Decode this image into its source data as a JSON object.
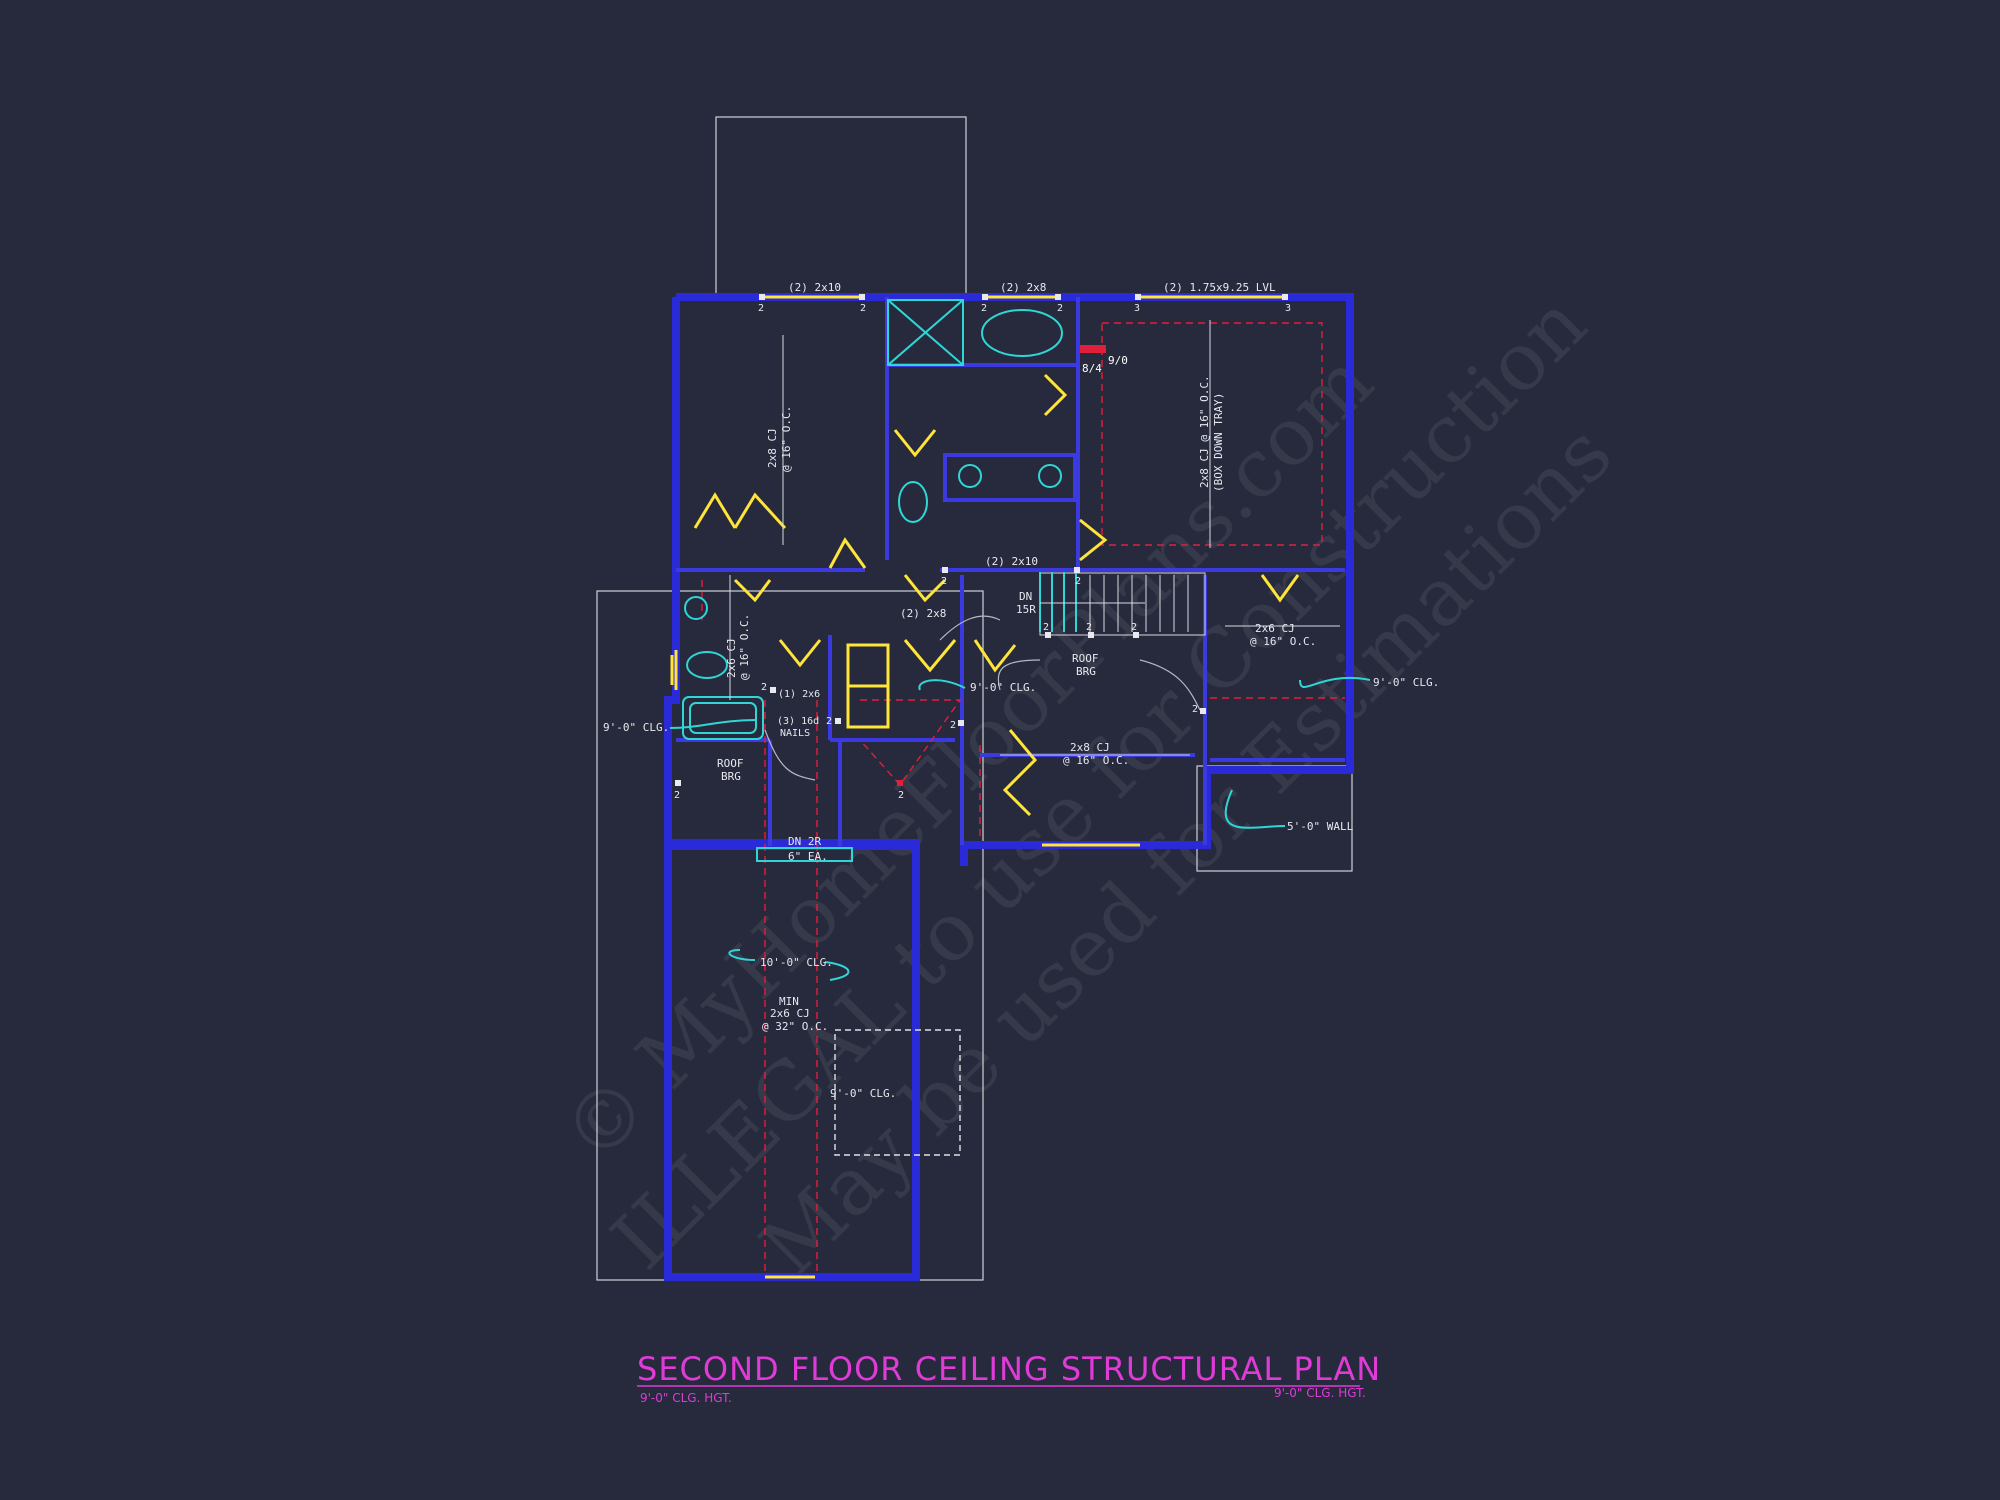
{
  "watermark": {
    "line1": "© MyHomeFloorPlans.com",
    "line2": "ILLEGAL to use for Construction",
    "line3": "May be used for Estimations"
  },
  "title": {
    "main": "SECOND FLOOR CEILING STRUCTURAL PLAN",
    "left_note": "9'-0\" CLG. HGT.",
    "right_note": "9'-0\" CLG. HGT."
  },
  "headers": {
    "h1": "(2) 2x10",
    "h2": "(2) 2x8",
    "h3": "(2) 1.75x9.25 LVL",
    "h4": "(2) 2x10",
    "h5": "(2) 2x8",
    "h6": "(1) 2x6",
    "h6b": "(3) 16d",
    "h6c": "NAILS"
  },
  "joists": {
    "j1a": "2x8 CJ",
    "j1b": "@ 16\" O.C.",
    "j2a": "2x8 CJ @ 16\" O.C.",
    "j2b": "(BOX DOWN TRAY)",
    "j3a": "2x6 CJ",
    "j3b": "@ 16\" O.C.",
    "j4a": "2x6 CJ",
    "j4b": "@ 16\" O.C.",
    "j5a": "2x8 CJ",
    "j5b": "@ 16\" O.C.",
    "j6a": "MIN",
    "j6b": "2x6 CJ",
    "j6c": "@ 32\" O.C."
  },
  "ceilings": {
    "c1": "9'-0\" CLG.",
    "c2": "9'-0\" CLG.",
    "c3": "9'-0\" CLG.",
    "c4": "10'-0\" CLG.",
    "c5": "9'-0\" CLG.",
    "c6": "5'-0\" WALL"
  },
  "bearings": {
    "b1a": "ROOF",
    "b1b": "BRG",
    "b2a": "ROOF",
    "b2b": "BRG"
  },
  "stairs": {
    "s1a": "DN",
    "s1b": "15R",
    "s2a": "DN 2R",
    "s2b": "6\" EA."
  },
  "tray": {
    "t1": "8/4",
    "t2": "9/0"
  },
  "post_marks": {
    "p2": "2",
    "p3": "3"
  }
}
